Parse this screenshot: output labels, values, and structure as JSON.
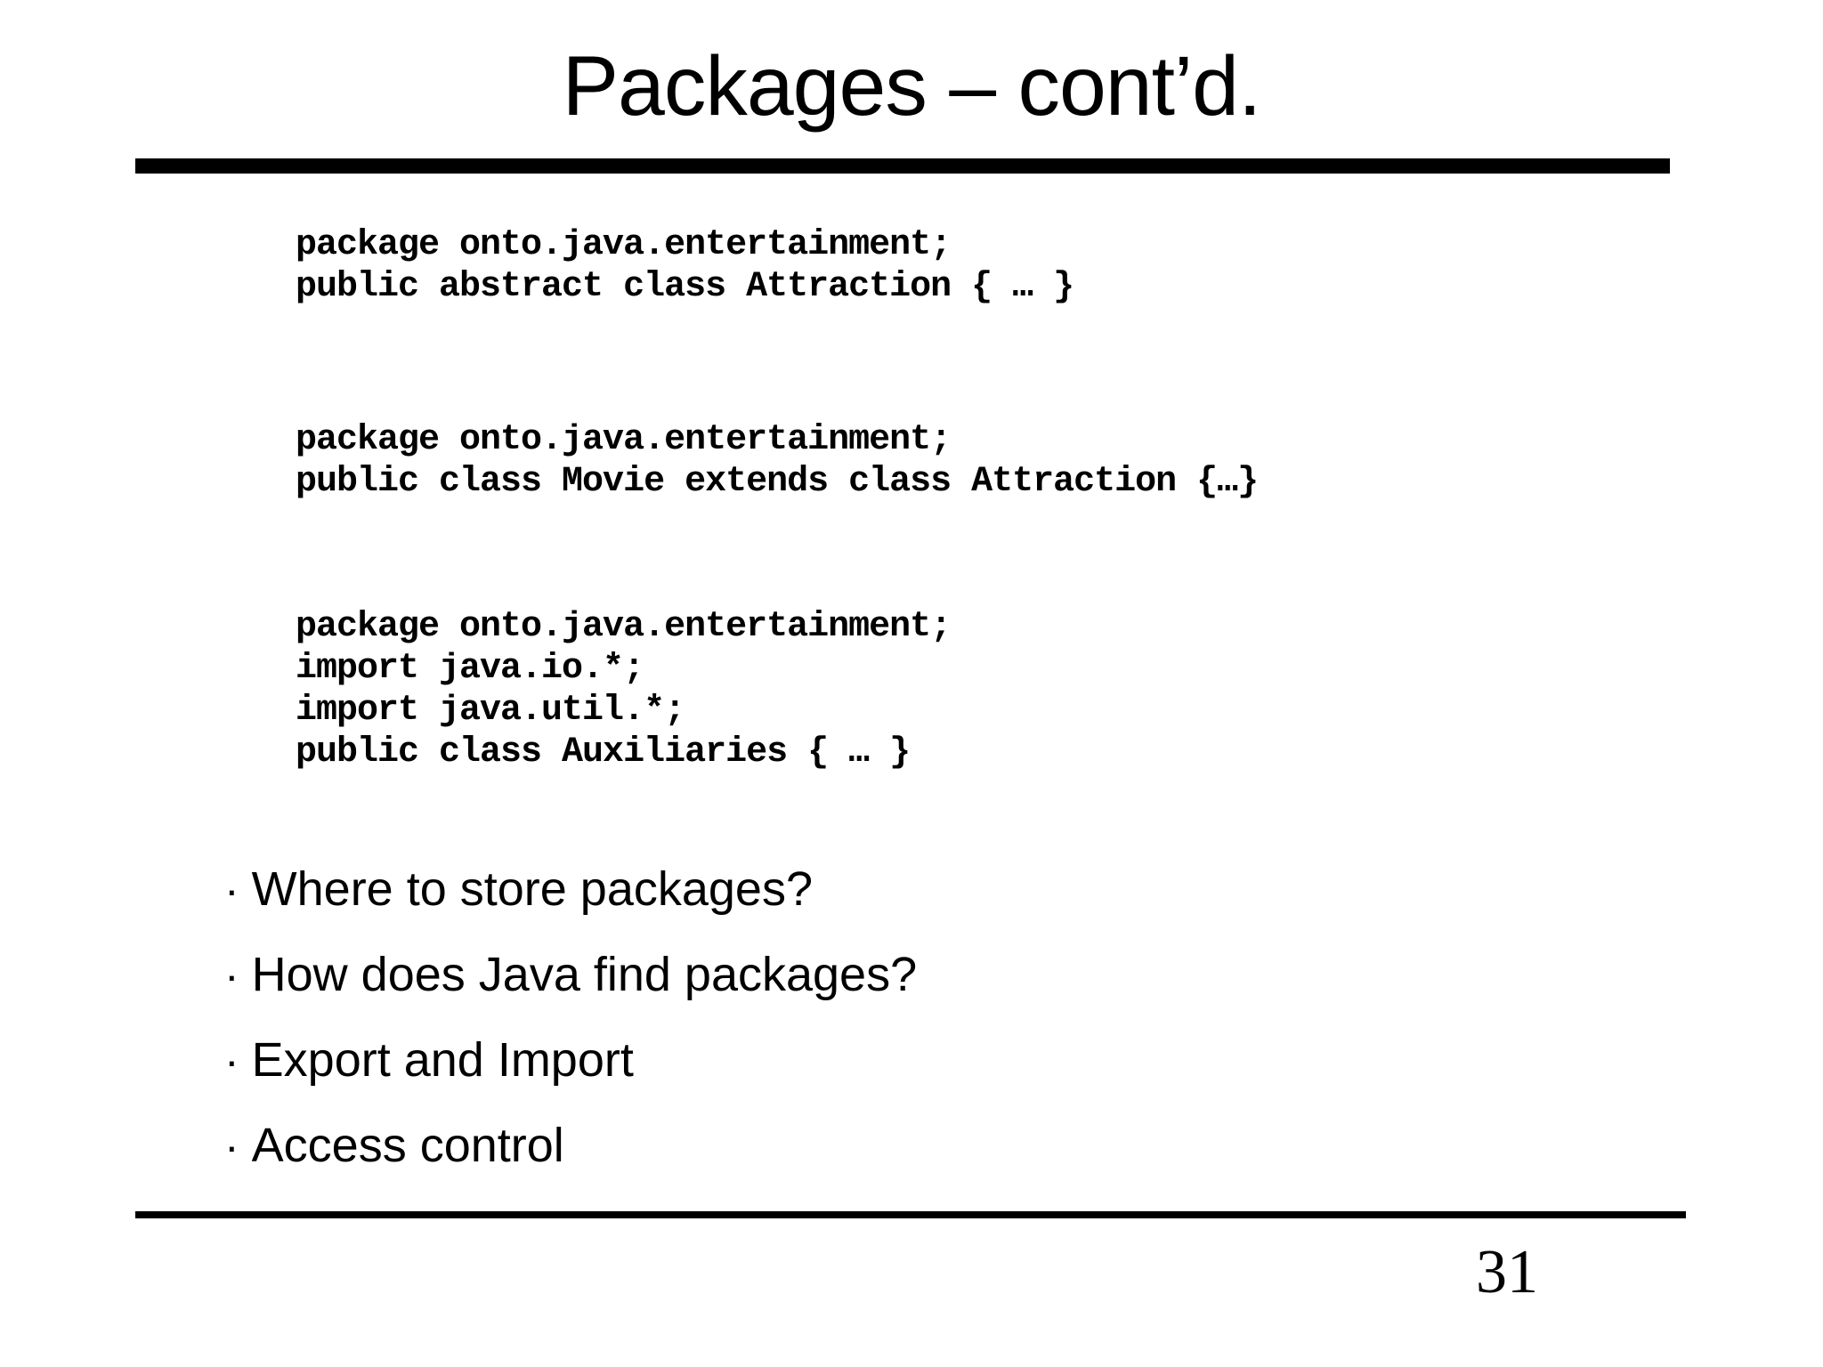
{
  "slide": {
    "title": "Packages – cont’d.",
    "page_number": "31",
    "colors": {
      "background": "#ffffff",
      "text": "#000000",
      "rule": "#000000"
    },
    "code_blocks": [
      {
        "lines": [
          "package onto.java.entertainment;",
          "public abstract class Attraction { … }"
        ]
      },
      {
        "lines": [
          "package onto.java.entertainment;",
          "public class Movie extends class Attraction {…}"
        ]
      },
      {
        "lines": [
          "package onto.java.entertainment;",
          "import java.io.*;",
          "import java.util.*;",
          "public class Auxiliaries { … }"
        ]
      }
    ],
    "bullets": [
      {
        "marker": "·",
        "text": "Where to store packages?"
      },
      {
        "marker": "·",
        "text": "How does Java find packages?"
      },
      {
        "marker": "·",
        "text": "Export and Import"
      },
      {
        "marker": "·",
        "text": "Access control"
      }
    ]
  }
}
